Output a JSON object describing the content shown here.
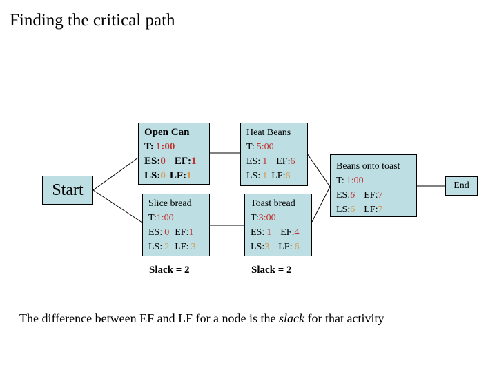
{
  "title": "Finding the critical path",
  "colors": {
    "box_fill": "#bddee2",
    "box_border": "#000000",
    "value_early": "#c03434",
    "value_late": "#d79a50"
  },
  "diagram": {
    "start": {
      "label": "Start"
    },
    "end": {
      "label": "End"
    },
    "open_can": {
      "title": "Open Can",
      "t_label": "T:",
      "t_value": "1:00",
      "es_label": "ES:",
      "es_value": "0",
      "ef_label": "EF:",
      "ef_value": "1",
      "ls_label": "LS:",
      "ls_value": "0",
      "lf_label": "LF:",
      "lf_value": "1"
    },
    "heat_beans": {
      "title": "Heat Beans",
      "t_label": "T:",
      "t_value": "5:00",
      "es_label": "ES:",
      "es_value": "1",
      "ef_label": "EF:",
      "ef_value": "6",
      "ls_label": "LS:",
      "ls_value": "1",
      "lf_label": "LF:",
      "lf_value": "6"
    },
    "slice_bread": {
      "title": "Slice bread",
      "t_label": "T:",
      "t_value": "1:00",
      "es_label": "ES:",
      "es_value": "0",
      "ef_label": "EF:",
      "ef_value": "1",
      "ls_label": "LS:",
      "ls_value": "2",
      "lf_label": "LF:",
      "lf_value": "3"
    },
    "toast_bread": {
      "title": "Toast bread",
      "t_label": "T:",
      "t_value": "3:00",
      "es_label": "ES:",
      "es_value": "1",
      "ef_label": "EF:",
      "ef_value": "4",
      "ls_label": "LS:",
      "ls_value": "3",
      "lf_label": "LF:",
      "lf_value": "6"
    },
    "beans_onto_toast": {
      "title": "Beans onto toast",
      "t_label": "T:",
      "t_value": "1:00",
      "es_label": "ES:",
      "es_value": "6",
      "ef_label": "EF:",
      "ef_value": "7",
      "ls_label": "LS:",
      "ls_value": "6",
      "lf_label": "LF:",
      "lf_value": "7"
    },
    "slack_left": "Slack = 2",
    "slack_right": "Slack = 2"
  },
  "footer": {
    "text_before": "The difference between EF and LF for a node is the ",
    "emphasis": "slack",
    "text_after": " for that activity"
  }
}
